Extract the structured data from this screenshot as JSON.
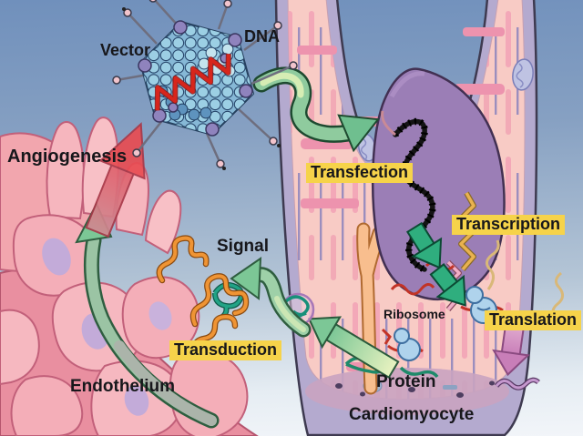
{
  "labels": {
    "vector": "Vector",
    "dna": "DNA",
    "angiogenesis": "Angiogenesis",
    "transfection": "Transfection",
    "transcription": "Transcription",
    "translation": "Translation",
    "ribosome": "Ribosome",
    "signal": "Signal",
    "transduction": "Transduction",
    "endothelium": "Endothelium",
    "protein": "Protein",
    "cardiomyocyte": "Cardiomyocyte"
  },
  "colors": {
    "background_top": "#7090BC",
    "background_bottom": "#F2F5F9",
    "label_highlight": "#F6D34A",
    "label_text": "#17171B",
    "process_arrow_green": "#8FCB9E",
    "angiogenesis_arrow_red": "#E84C52",
    "cardiomyocyte_fill": "#F8CBC5",
    "cardiomyocyte_membrane": "#B4AACF",
    "nucleus_fill": "#9B7EB6",
    "endothelium_fill": "#F4AEB8",
    "receptor_orange": "#EF9434",
    "signal_protein_teal": "#17907A",
    "ribosome_blue": "#AFD3EC",
    "virus_capsid_blue": "#9CCFE4",
    "dna_red": "#D7261C"
  }
}
